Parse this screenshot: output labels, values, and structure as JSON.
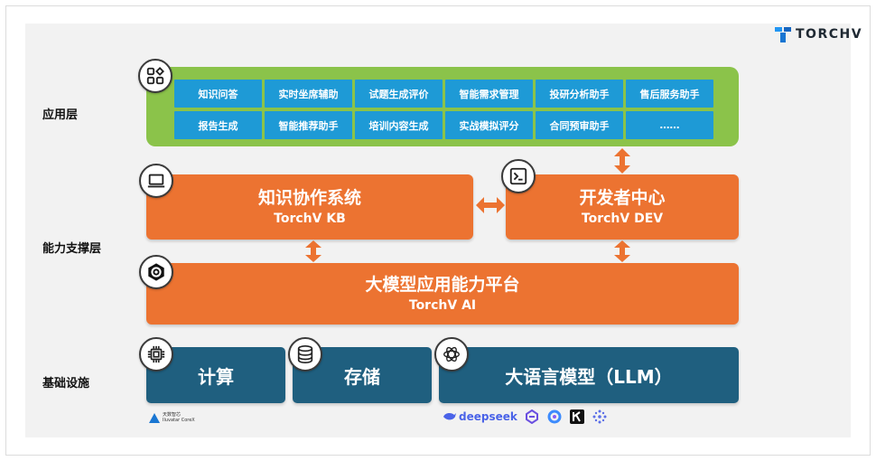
{
  "brand": {
    "name": "TORCHV",
    "color": "#1e88e5"
  },
  "layers": {
    "application": "应用层",
    "capability": "能力支撑层",
    "infrastructure": "基础设施"
  },
  "applications": [
    "知识问答",
    "实时坐席辅助",
    "试题生成评价",
    "智能需求管理",
    "投研分析助手",
    "售后服务助手",
    "报告生成",
    "智能推荐助手",
    "培训内容生成",
    "实战模拟评分",
    "合同预审助手",
    "……"
  ],
  "capability": {
    "kb": {
      "zh": "知识协作系统",
      "en": "TorchV KB"
    },
    "dev": {
      "zh": "开发者中心",
      "en": "TorchV DEV"
    },
    "ai": {
      "zh": "大模型应用能力平台",
      "en": "TorchV AI"
    }
  },
  "infrastructure": {
    "compute": "计算",
    "storage": "存储",
    "llm": "大语言模型（LLM）"
  },
  "vendors": {
    "left": {
      "line1": "天数智芯",
      "line2": "Iluvatar CoreX"
    },
    "deepseek": "deepseek"
  },
  "colors": {
    "app_panel": "#8bc34a",
    "app_cell": "#1e9ad6",
    "orange": "#ec7331",
    "teal": "#1f5f7f"
  },
  "icons": [
    "apps-grid-icon",
    "laptop-icon",
    "terminal-icon",
    "gear-hexagon-icon",
    "chip-icon",
    "database-icon",
    "openai-icon"
  ]
}
